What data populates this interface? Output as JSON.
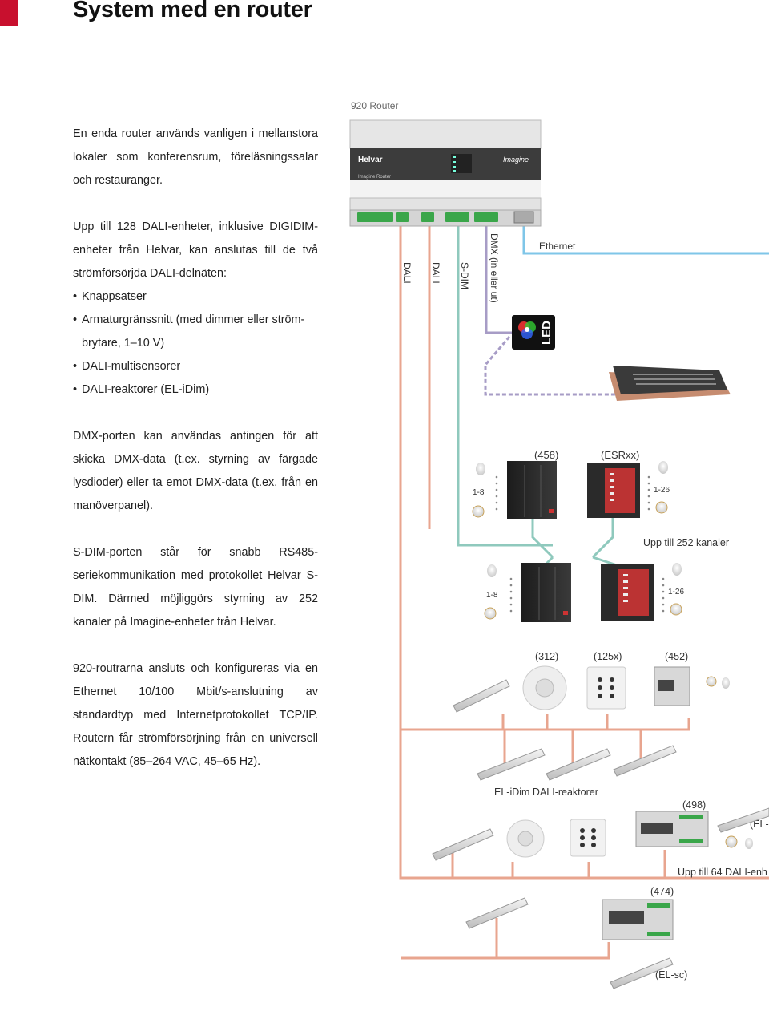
{
  "page": {
    "title": "System med en router",
    "accent_color": "#c8102e"
  },
  "intro": {
    "para1": "En enda router används vanligen i mellanstora lokaler som konferensrum, föreläsningssalar och restauranger.",
    "para2": "Upp till 128 DALI-enheter, inklusive DIGIDIM-enheter från Helvar, kan anslutas till de två strömförsörjda DALI-delnäten:",
    "bullets": [
      "Knappsatser",
      "Armaturgränssnitt (med dimmer eller ström-brytare, 1–10 V)",
      "DALI-multisensorer",
      "DALI-reaktorer (EL-iDim)"
    ],
    "para3": "DMX-porten kan användas antingen för att skicka DMX-data (t.ex. styrning av färgade lysdioder) eller ta emot DMX-data (t.ex. från en manöverpanel).",
    "para4": "S-DIM-porten står för snabb RS485-seriekommunikation med protokollet Helvar S-DIM. Därmed möjliggörs styrning av 252 kanaler på Imagine-enheter från Helvar.",
    "para5": "920-routrarna ansluts och konfigureras via en Ethernet 10/100 Mbit/s-anslutning av standardtyp med Internetprotokollet TCP/IP. Routern får strömförsörjning från en universell nätkontakt (85–264 VAC, 45–65 Hz)."
  },
  "diagram": {
    "router_label": "920 Router",
    "router_brand": "Helvar",
    "router_model": "Imagine Router",
    "router_logo": "Imagine",
    "ports": {
      "dali1": "DALI",
      "dali2": "DALI",
      "sdim": "S-DIM",
      "dmx": "DMX (in eller ut)",
      "ethernet": "Ethernet"
    },
    "led_label": "LED",
    "dimmer_labels": {
      "d458": "(458)",
      "esrxx": "(ESRxx)",
      "range_1_8_a": "1-8",
      "range_1_26_a": "1-26",
      "range_1_8_b": "1-8",
      "range_1_26_b": "1-26"
    },
    "channels_label": "Upp till 252 kanaler",
    "device_labels": {
      "d312": "(312)",
      "d125x": "(125x)",
      "d452": "(452)",
      "d498": "(498)",
      "el_cut": "(EL-",
      "d474": "(474)",
      "elsc": "(EL-sc)"
    },
    "reactors_label": "EL-iDim DALI-reaktorer",
    "dali64_label": "Upp till 64 DALI-enh",
    "colors": {
      "dali": "#e8a58f",
      "sdim": "#8fc9bd",
      "dmx": "#a79cc6",
      "ethernet": "#7fc6e8"
    }
  }
}
